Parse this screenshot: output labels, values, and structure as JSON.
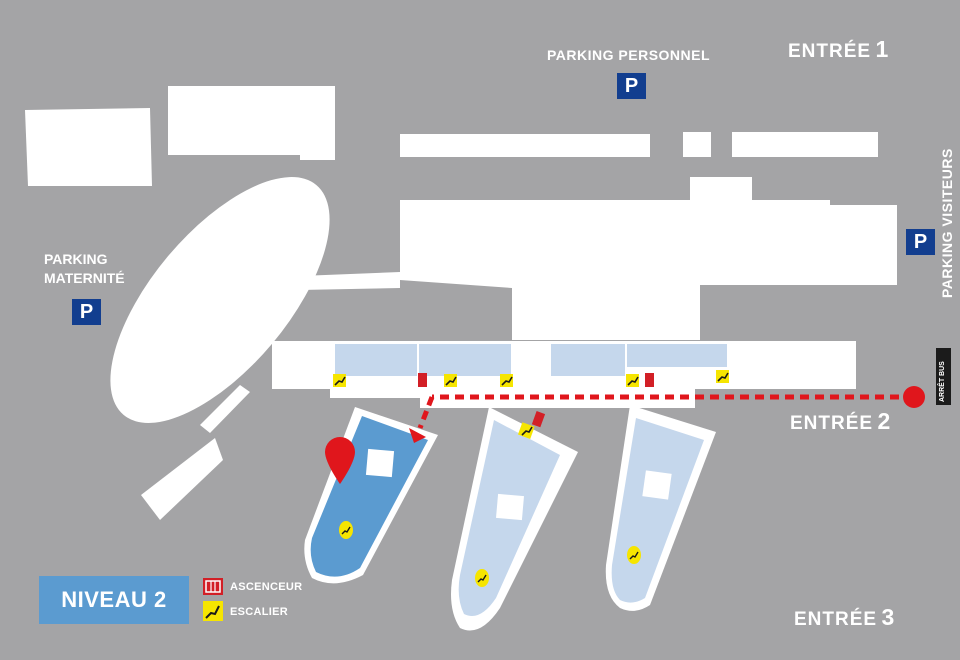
{
  "parking": {
    "personnel": "PARKING  PERSONNEL",
    "maternite_line1": "PARKING",
    "maternite_line2": "MATERNITÉ",
    "visiteurs": "PARKING  VISITEURS",
    "sign_letter": "P"
  },
  "entrances": {
    "e1_word": "ENTRÉE",
    "e1_num": "1",
    "e2_word": "ENTRÉE",
    "e2_num": "2",
    "e3_word": "ENTRÉE",
    "e3_num": "3"
  },
  "bus_stop": "ARRÊT BUS",
  "level": "NIVEAU 2",
  "legend": {
    "elevator": "ASCENCEUR",
    "stairs": "ESCALIER"
  },
  "colors": {
    "background": "#a4a4a6",
    "building": "#ffffff",
    "current_wing": "#5b9bd0",
    "other_wings": "#c5d7ec",
    "route": "#e0161c",
    "parking_sign": "#123e8f",
    "stairs_icon": "#f6e500",
    "elevator_icon": "#d21f26"
  },
  "icons": {
    "parking": "parking-sign-icon",
    "stairs": "stairs-icon",
    "elevator": "elevator-icon",
    "destination": "location-pin-icon",
    "origin": "route-start-dot"
  }
}
